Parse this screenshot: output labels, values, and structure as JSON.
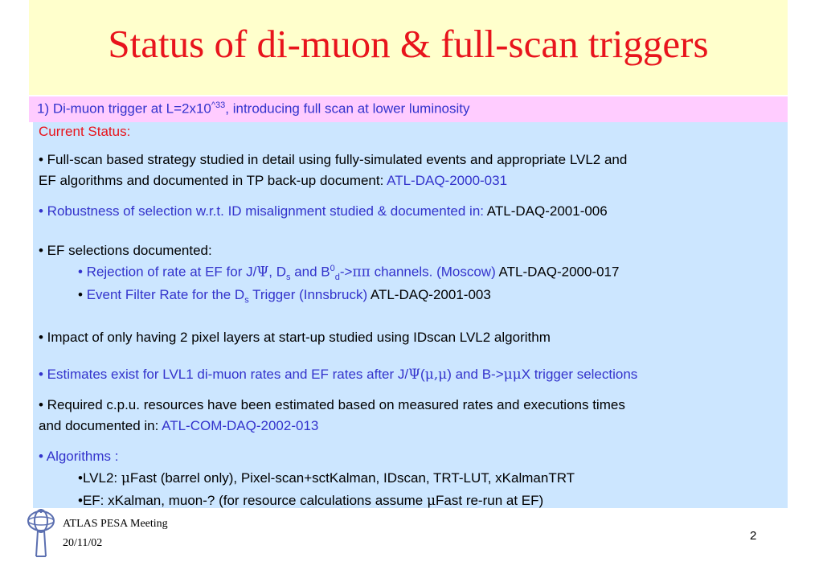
{
  "title": "Status of di-muon & full-scan triggers",
  "subtitle": {
    "pre": "1) Di-muon trigger at L=2x10",
    "sup": "^33",
    "post": ", introducing full scan at lower luminosity"
  },
  "current_status_label": "Current Status:",
  "b1": {
    "line1": "• Full-scan based strategy studied in detail using fully-simulated events and appropriate LVL2 and",
    "line2_pre": "EF algorithms and documented in TP back-up document: ",
    "line2_ref": "ATL-DAQ-2000-031"
  },
  "b2": {
    "text": "• Robustness of selection w.r.t. ID misalignment studied & documented in: ",
    "ref": "ATL-DAQ-2001-006"
  },
  "b3": {
    "text": "• EF selections documented:",
    "s1_a": "• Rejection of rate at EF for J/",
    "s1_psi": "Ψ",
    "s1_b": ", D",
    "s1_sub_s": "s",
    "s1_c": " and B",
    "s1_sup_0": "0",
    "s1_sub_d": "d",
    "s1_d": "->",
    "s1_pipi": "ππ",
    "s1_e": " channels. (Moscow) ",
    "s1_ref": "ATL-DAQ-2000-017",
    "s2_bullet": "• ",
    "s2_a": "Event Filter Rate for the D",
    "s2_sub_s": "s",
    "s2_b": " Trigger (Innsbruck) ",
    "s2_ref": "ATL-DAQ-2001-003"
  },
  "b4": "• Impact of only having 2 pixel layers at start-up studied using IDscan LVL2 algorithm",
  "b5": {
    "a": "• Estimates exist for LVL1 di-muon rates and EF rates after J/",
    "psi": "Ψ",
    "b": "(",
    "mumu": "μ,μ",
    "c": ") and B->",
    "mumu2": "μμ",
    "d": "X trigger selections"
  },
  "b6": {
    "line1": "• Required c.p.u. resources have been estimated based on measured rates and executions times",
    "line2_pre": "and documented in: ",
    "line2_ref": "ATL-COM-DAQ-2002-013"
  },
  "b7": {
    "label": "• Algorithms :",
    "s1_a": "•LVL2: ",
    "s1_mu": "μ",
    "s1_b": "Fast (barrel only), Pixel-scan+sctKalman, IDscan, TRT-LUT, xKalmanTRT",
    "s2_a": "•EF: xKalman, muon-? (for resource calculations assume ",
    "s2_mu": "μ",
    "s2_b": "Fast re-run at EF)"
  },
  "footer": {
    "meeting": "ATLAS PESA Meeting",
    "date": "20/11/02",
    "page": "2"
  },
  "icons": {
    "logo": "atlas-logo-icon"
  },
  "colors": {
    "title": "#e8141c",
    "title_band": "#ffffcc",
    "subtitle_band": "#ffccff",
    "content_box": "#cce6ff",
    "highlight_text": "#3333cc"
  }
}
